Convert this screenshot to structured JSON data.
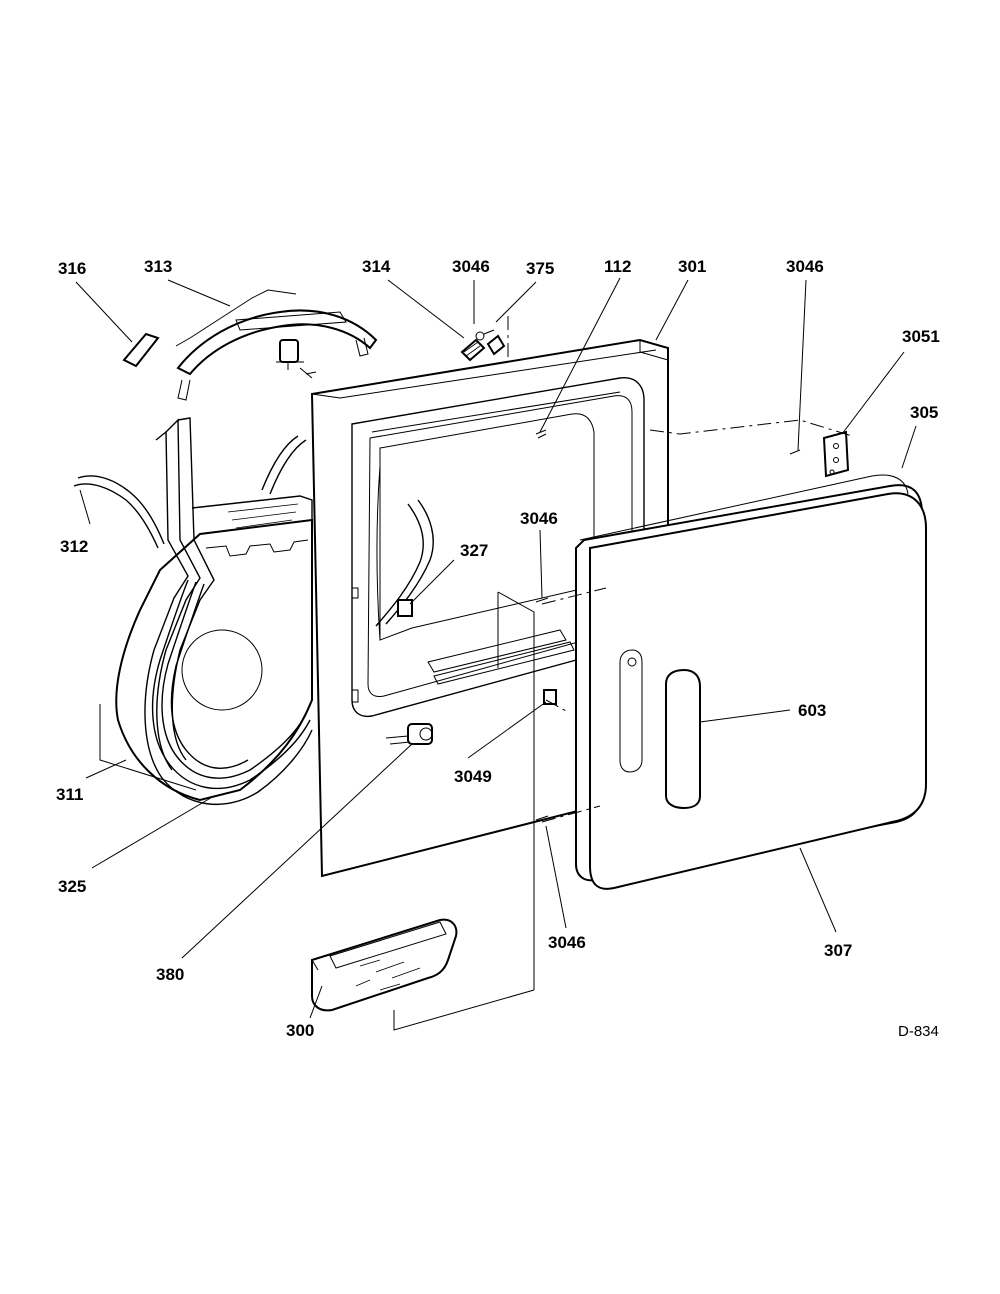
{
  "labels": {
    "l316": "316",
    "l313": "313",
    "l314": "314",
    "l3046a": "3046",
    "l375": "375",
    "l112": "112",
    "l301": "301",
    "l3046b": "3046",
    "l3051": "3051",
    "l305": "305",
    "l312": "312",
    "l3046c": "3046",
    "l327": "327",
    "l603": "603",
    "l311": "311",
    "l3049": "3049",
    "l325": "325",
    "l3046d": "3046",
    "l307": "307",
    "l380": "380",
    "l300": "300"
  },
  "diagram_code": "D-834"
}
